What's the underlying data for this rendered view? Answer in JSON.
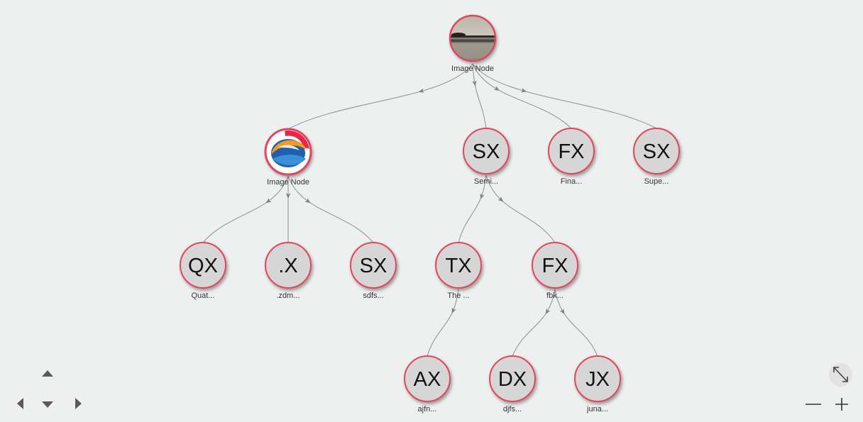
{
  "graph": {
    "nodes": [
      {
        "id": "n0",
        "type": "image",
        "image": "lake-landscape",
        "label": "Image Node",
        "abbr": ""
      },
      {
        "id": "n1",
        "type": "image",
        "image": "globe-logo",
        "label": "Image Node",
        "abbr": ""
      },
      {
        "id": "n2",
        "type": "text",
        "abbr": "SX",
        "label": "Semi..."
      },
      {
        "id": "n3",
        "type": "text",
        "abbr": "FX",
        "label": "Fina..."
      },
      {
        "id": "n4",
        "type": "text",
        "abbr": "SX",
        "label": "Supe..."
      },
      {
        "id": "n5",
        "type": "text",
        "abbr": "QX",
        "label": "Quat..."
      },
      {
        "id": "n6",
        "type": "text",
        "abbr": ".X",
        "label": ".zdm..."
      },
      {
        "id": "n7",
        "type": "text",
        "abbr": "SX",
        "label": "sdfs..."
      },
      {
        "id": "n8",
        "type": "text",
        "abbr": "TX",
        "label": "The ..."
      },
      {
        "id": "n9",
        "type": "text",
        "abbr": "FX",
        "label": "fbk..."
      },
      {
        "id": "n10",
        "type": "text",
        "abbr": "AX",
        "label": "ajfn..."
      },
      {
        "id": "n11",
        "type": "text",
        "abbr": "DX",
        "label": "djfs..."
      },
      {
        "id": "n12",
        "type": "text",
        "abbr": "JX",
        "label": "juna..."
      }
    ],
    "edges": [
      {
        "from": "n0",
        "to": "n1"
      },
      {
        "from": "n0",
        "to": "n2"
      },
      {
        "from": "n0",
        "to": "n3"
      },
      {
        "from": "n0",
        "to": "n4"
      },
      {
        "from": "n1",
        "to": "n5"
      },
      {
        "from": "n1",
        "to": "n6"
      },
      {
        "from": "n1",
        "to": "n7"
      },
      {
        "from": "n2",
        "to": "n8"
      },
      {
        "from": "n2",
        "to": "n9"
      },
      {
        "from": "n8",
        "to": "n10"
      },
      {
        "from": "n9",
        "to": "n11"
      },
      {
        "from": "n9",
        "to": "n12"
      }
    ]
  },
  "controls": {
    "nav_icons": [
      "arrow-up-icon",
      "arrow-down-icon",
      "arrow-left-icon",
      "arrow-right-icon"
    ],
    "fit_icon": "expand-icon",
    "zoom_icons": [
      "minus-icon",
      "plus-icon"
    ]
  },
  "colors": {
    "background": "#eeefef",
    "node_fill": "#d6d6d6",
    "node_border": "#e0475f",
    "edge": "#8d8f94"
  }
}
